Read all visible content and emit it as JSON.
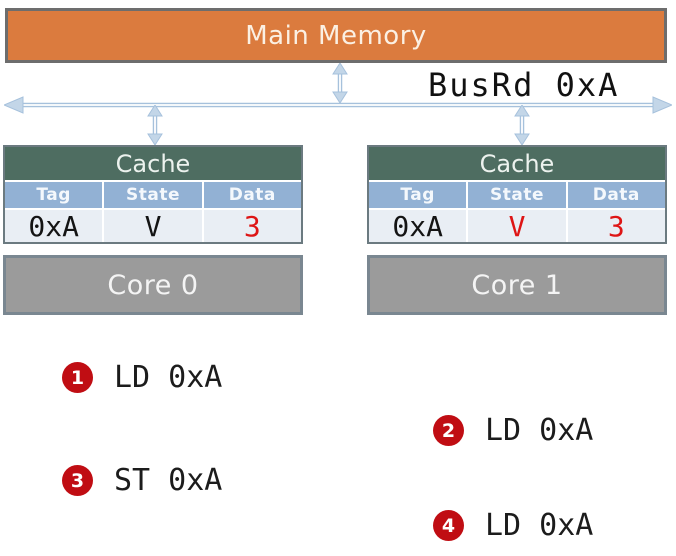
{
  "memory": {
    "label": "Main Memory"
  },
  "bus": {
    "label": "BusRd 0xA"
  },
  "caches": [
    {
      "title": "Cache",
      "columns": [
        "Tag",
        "State",
        "Data"
      ],
      "row": {
        "tag": "0xA",
        "state": "V",
        "data": "3"
      },
      "state_color": "#141414",
      "data_color": "#DE1515"
    },
    {
      "title": "Cache",
      "columns": [
        "Tag",
        "State",
        "Data"
      ],
      "row": {
        "tag": "0xA",
        "state": "V",
        "data": "3"
      },
      "state_color": "#DE1515",
      "data_color": "#DE1515"
    }
  ],
  "cores": [
    {
      "label": "Core 0"
    },
    {
      "label": "Core 1"
    }
  ],
  "instructions": [
    {
      "num": "1",
      "text": "LD 0xA",
      "core": "Core 0"
    },
    {
      "num": "2",
      "text": "LD 0xA",
      "core": "Core 1"
    },
    {
      "num": "3",
      "text": "ST 0xA",
      "core": "Core 0"
    },
    {
      "num": "4",
      "text": "LD 0xA",
      "core": "Core 1"
    }
  ],
  "colors": {
    "memory_fill": "#DB7B3E",
    "bus_arrow": "#A6C1DC",
    "cache_header": "#4E6D61",
    "column_header": "#92B1D4",
    "data_row": "#E9EEF4",
    "core_fill": "#9B9B9B",
    "highlight_red": "#DE1515",
    "badge_red": "#C00D13"
  }
}
